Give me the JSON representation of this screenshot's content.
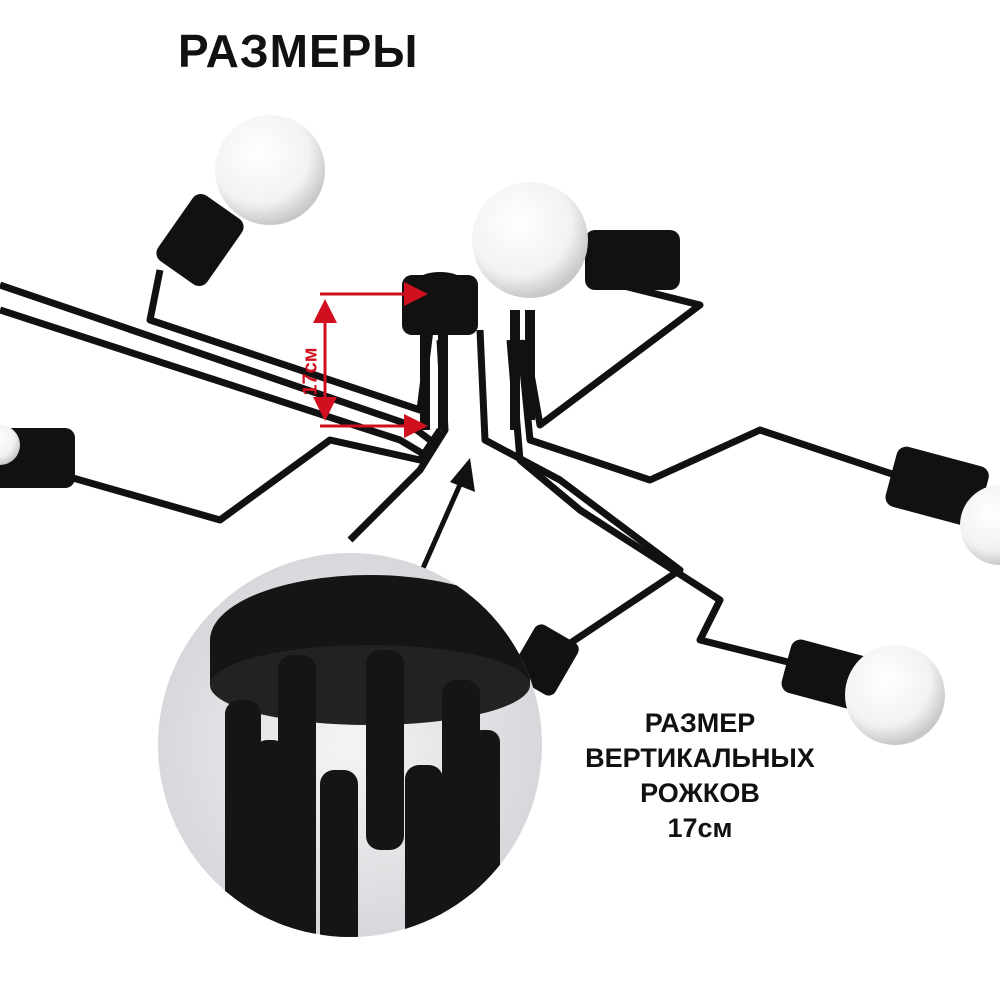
{
  "title": "РАЗМЕРЫ",
  "dimension_label": "17см",
  "caption": {
    "line1": "РАЗМЕР",
    "line2": "ВЕРТИКАЛЬНЫХ",
    "line3": "РОЖКОВ",
    "line4": "17см"
  },
  "colors": {
    "dimension": "#d0101e",
    "fixture": "#111111"
  }
}
